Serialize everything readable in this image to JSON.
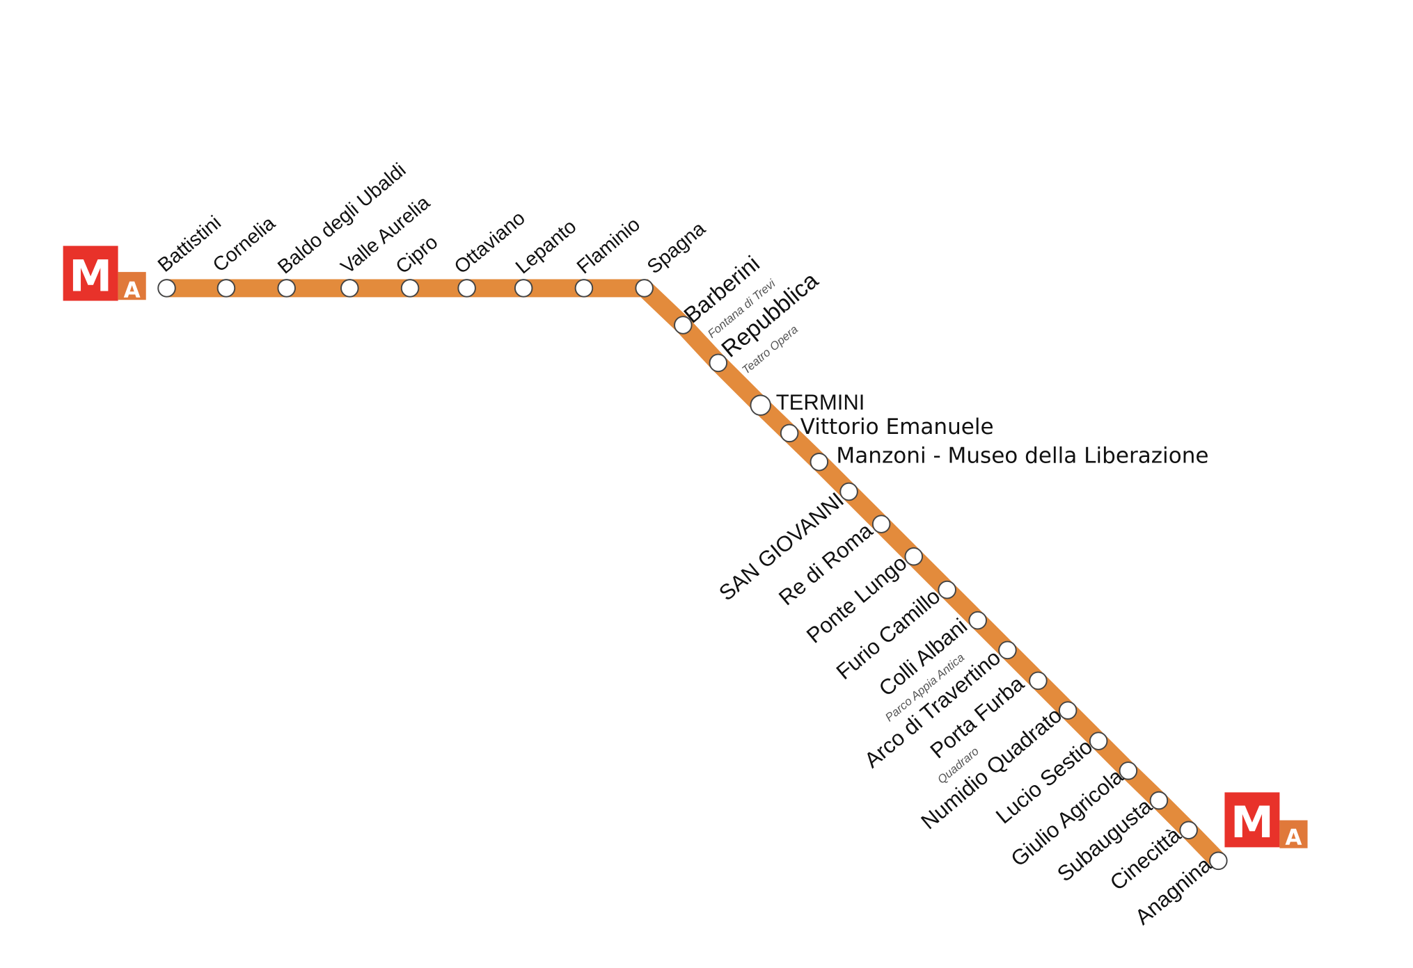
{
  "map": {
    "line_color": "#E38B3C",
    "logo": {
      "metro_letter": "M",
      "line_letter": "A",
      "metro_color": "#E8322A",
      "line_badge_color": "#E0793A"
    },
    "stations": [
      {
        "name": "Battistini"
      },
      {
        "name": "Cornelia"
      },
      {
        "name": "Baldo degli Ubaldi"
      },
      {
        "name": "Valle Aurelia"
      },
      {
        "name": "Cipro"
      },
      {
        "name": "Ottaviano"
      },
      {
        "name": "Lepanto"
      },
      {
        "name": "Flaminio"
      },
      {
        "name": "Spagna"
      },
      {
        "name": "Barberini",
        "sub": "Fontana di Trevi"
      },
      {
        "name": "Repubblica",
        "sub": "Teatro Opera"
      },
      {
        "name": "TERMINI"
      },
      {
        "name": "Vittorio Emanuele"
      },
      {
        "name": "Manzoni - Museo della Liberazione"
      },
      {
        "name": "SAN GIOVANNI"
      },
      {
        "name": "Re di Roma"
      },
      {
        "name": "Ponte Lungo"
      },
      {
        "name": "Furio Camillo"
      },
      {
        "name": "Colli Albani",
        "sub": "Parco Appia Antica"
      },
      {
        "name": "Arco di Travertino"
      },
      {
        "name": "Porta Furba",
        "sub": "Quadraro"
      },
      {
        "name": "Numidio Quadrato"
      },
      {
        "name": "Lucio Sestio"
      },
      {
        "name": "Giulio Agricola"
      },
      {
        "name": "Subaugusta"
      },
      {
        "name": "Cinecittà"
      },
      {
        "name": "Anagnina"
      }
    ]
  }
}
